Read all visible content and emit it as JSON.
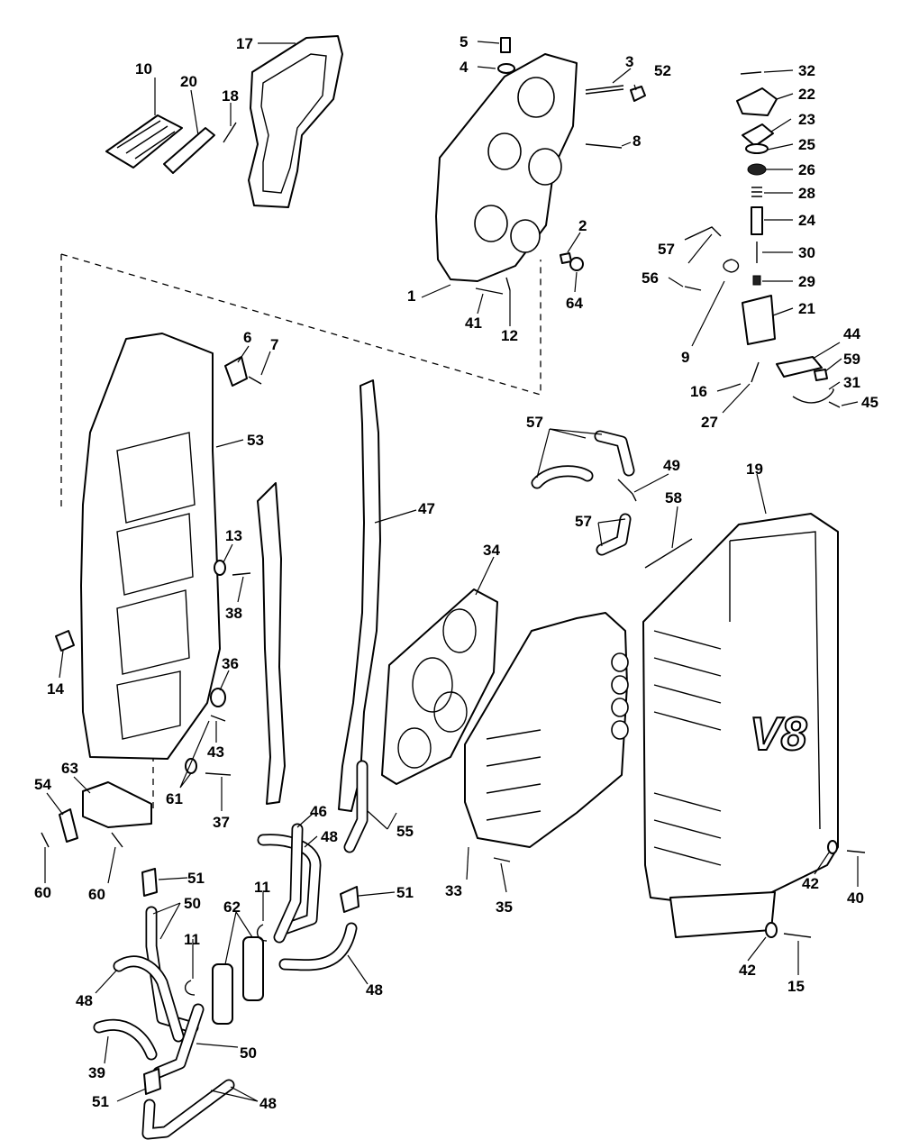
{
  "diagram": {
    "logo_text": "V8",
    "callouts": [
      {
        "id": "c10",
        "text": "10"
      },
      {
        "id": "c20",
        "text": "20"
      },
      {
        "id": "c18",
        "text": "18"
      },
      {
        "id": "c17",
        "text": "17"
      },
      {
        "id": "c5",
        "text": "5"
      },
      {
        "id": "c4",
        "text": "4"
      },
      {
        "id": "c3",
        "text": "3"
      },
      {
        "id": "c52",
        "text": "52"
      },
      {
        "id": "c8",
        "text": "8"
      },
      {
        "id": "c2",
        "text": "2"
      },
      {
        "id": "c1",
        "text": "1"
      },
      {
        "id": "c41",
        "text": "41"
      },
      {
        "id": "c12",
        "text": "12"
      },
      {
        "id": "c64",
        "text": "64"
      },
      {
        "id": "c32",
        "text": "32"
      },
      {
        "id": "c22",
        "text": "22"
      },
      {
        "id": "c23",
        "text": "23"
      },
      {
        "id": "c25",
        "text": "25"
      },
      {
        "id": "c26",
        "text": "26"
      },
      {
        "id": "c28",
        "text": "28"
      },
      {
        "id": "c24",
        "text": "24"
      },
      {
        "id": "c30",
        "text": "30"
      },
      {
        "id": "c29",
        "text": "29"
      },
      {
        "id": "c21",
        "text": "21"
      },
      {
        "id": "c57a",
        "text": "57"
      },
      {
        "id": "c56",
        "text": "56"
      },
      {
        "id": "c9",
        "text": "9"
      },
      {
        "id": "c44",
        "text": "44"
      },
      {
        "id": "c59",
        "text": "59"
      },
      {
        "id": "c31",
        "text": "31"
      },
      {
        "id": "c45",
        "text": "45"
      },
      {
        "id": "c16",
        "text": "16"
      },
      {
        "id": "c27",
        "text": "27"
      },
      {
        "id": "c6",
        "text": "6"
      },
      {
        "id": "c7",
        "text": "7"
      },
      {
        "id": "c53",
        "text": "53"
      },
      {
        "id": "c57b",
        "text": "57"
      },
      {
        "id": "c49",
        "text": "49"
      },
      {
        "id": "c19",
        "text": "19"
      },
      {
        "id": "c47",
        "text": "47"
      },
      {
        "id": "c58",
        "text": "58"
      },
      {
        "id": "c57c",
        "text": "57"
      },
      {
        "id": "c13",
        "text": "13"
      },
      {
        "id": "c38",
        "text": "38"
      },
      {
        "id": "c34",
        "text": "34"
      },
      {
        "id": "c14",
        "text": "14"
      },
      {
        "id": "c36",
        "text": "36"
      },
      {
        "id": "c43",
        "text": "43"
      },
      {
        "id": "c61",
        "text": "61"
      },
      {
        "id": "c37",
        "text": "37"
      },
      {
        "id": "c54",
        "text": "54"
      },
      {
        "id": "c63",
        "text": "63"
      },
      {
        "id": "c46",
        "text": "46"
      },
      {
        "id": "c48a",
        "text": "48"
      },
      {
        "id": "c55",
        "text": "55"
      },
      {
        "id": "c33",
        "text": "33"
      },
      {
        "id": "c35",
        "text": "35"
      },
      {
        "id": "c60a",
        "text": "60"
      },
      {
        "id": "c60b",
        "text": "60"
      },
      {
        "id": "c51a",
        "text": "51"
      },
      {
        "id": "c11a",
        "text": "11"
      },
      {
        "id": "c62",
        "text": "62"
      },
      {
        "id": "c51b",
        "text": "51"
      },
      {
        "id": "c50a",
        "text": "50"
      },
      {
        "id": "c11b",
        "text": "11"
      },
      {
        "id": "c48b",
        "text": "48"
      },
      {
        "id": "c48c",
        "text": "48"
      },
      {
        "id": "c50b",
        "text": "50"
      },
      {
        "id": "c39",
        "text": "39"
      },
      {
        "id": "c51c",
        "text": "51"
      },
      {
        "id": "c48d",
        "text": "48"
      },
      {
        "id": "c42a",
        "text": "42"
      },
      {
        "id": "c40",
        "text": "40"
      },
      {
        "id": "c42b",
        "text": "42"
      },
      {
        "id": "c15",
        "text": "15"
      }
    ]
  }
}
